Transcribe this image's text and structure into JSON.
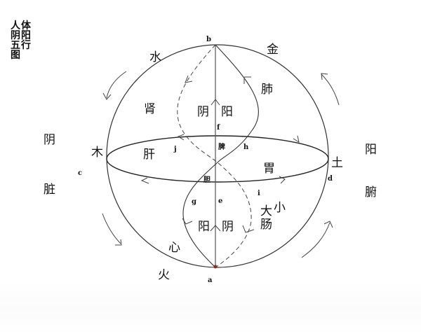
{
  "title": {
    "text": "人体阴阳五行图",
    "grid": [
      "人",
      "体",
      "阴",
      "阳",
      "五",
      "行",
      "图"
    ]
  },
  "elements": {
    "water": "水",
    "metal": "金",
    "wood": "木",
    "earth": "土",
    "fire": "火"
  },
  "organs": {
    "kidney": "肾",
    "lung": "肺",
    "liver": "肝",
    "stomach": "胃",
    "heart": "心",
    "spleen": "脾",
    "gallbladder": "胆",
    "large_intestine_1": "大",
    "small": "小",
    "intestine": "肠"
  },
  "yin_yang": {
    "upper_yin": "阴",
    "upper_yang": "阳",
    "lower_yang": "阳",
    "lower_yin": "阴"
  },
  "sides": {
    "left_top": "阴",
    "left_bottom": "脏",
    "right_top": "阳",
    "right_bottom": "腑"
  },
  "points": {
    "a": "a",
    "b": "b",
    "c": "c",
    "d": "d",
    "e": "e",
    "f": "f",
    "g": "g",
    "h": "h",
    "i": "i",
    "j": "j"
  },
  "colors": {
    "line": "#333333",
    "text": "#111111",
    "center_dot": "#8b2a2a"
  }
}
